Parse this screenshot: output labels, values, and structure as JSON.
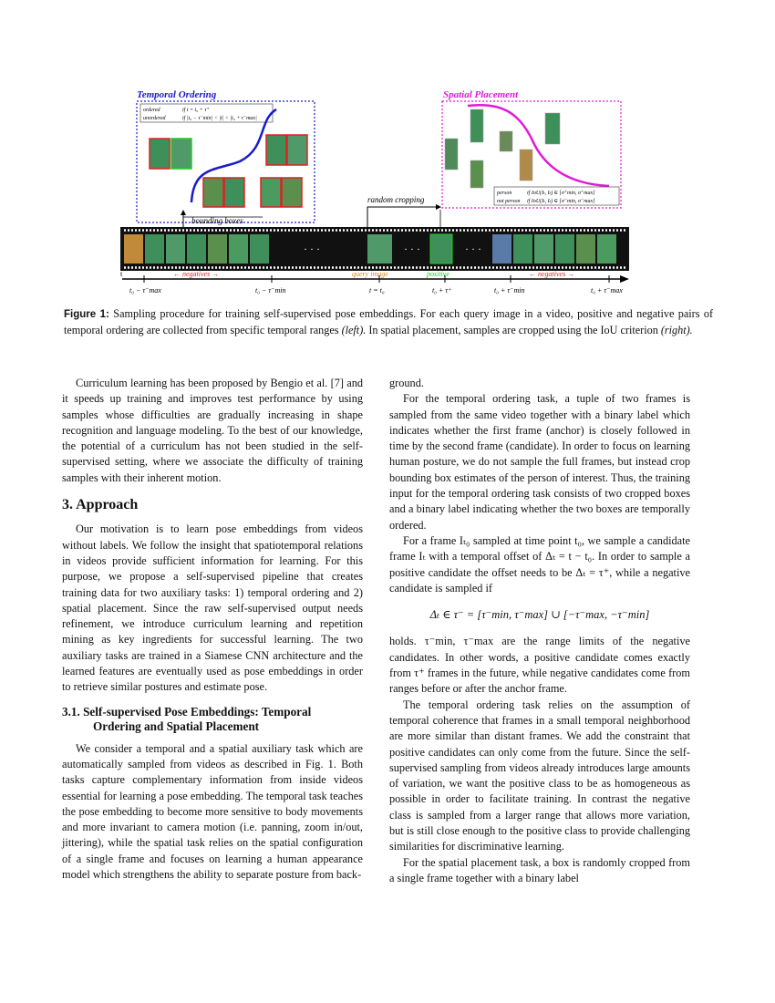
{
  "figure": {
    "temporal_title": "Temporal Ordering",
    "spatial_title": "Spatial Placement",
    "ordered_label": "ordered",
    "ordered_cond": "if  t = t₀ + τ⁺",
    "unordered_label": "unordered",
    "unordered_cond": "if |t₀ − τ⁻min| < |t| < |t₀ + τ⁻max|",
    "person_label": "person",
    "person_cond": "if IoU(Iₜ, Iₜ) ∈ [σ⁺min, σ⁺max]",
    "not_person_label": "not person",
    "not_person_cond": "if IoU(Iₜ, Iₜ) ∈ [σ⁻min, σ⁻max]",
    "bounding_boxes": "bounding boxes",
    "random_cropping": "random cropping",
    "dots": "· · ·",
    "t_axis": "t",
    "negatives_left": "← negatives →",
    "query_image": "query image",
    "positive": "positive",
    "negatives_right": "← negatives →",
    "tick1": "t₀ − τ⁻max",
    "tick2": "t₀ − τ⁻min",
    "tick3": "t = t₀",
    "tick4": "t₀ + τ⁺",
    "tick5": "t₀ + τ⁻min",
    "tick6": "t₀ + τ⁻max",
    "colors": {
      "temporal": "#1a1acc",
      "spatial": "#e01ad8",
      "negatives": "#e02020",
      "query": "#e08a00",
      "positive": "#22cc22"
    }
  },
  "caption": {
    "label": "Figure 1:",
    "text_a": " Sampling procedure for training self-supervised pose embeddings. For each query image in a video, positive and negative pairs of temporal ordering are collected from specific temporal ranges ",
    "left": "(left).",
    "text_b": " In spatial placement, samples are cropped using the IoU criterion ",
    "right": "(right)."
  },
  "left_col": {
    "p1": "Curriculum learning has been proposed by Bengio et al. [7] and it speeds up training and improves test performance by using samples whose difficulties are gradually increasing in shape recognition and language modeling. To the best of our knowledge, the potential of a curriculum has not been studied in the self-supervised setting, where we associate the difficulty of training samples with their inherent motion.",
    "h_approach": "3. Approach",
    "p2": "Our motivation is to learn pose embeddings from videos without labels. We follow the insight that spatiotemporal relations in videos provide sufficient information for learning. For this purpose, we propose a self-supervised pipeline that creates training data for two auxiliary tasks: 1) temporal ordering and 2) spatial placement. Since the raw self-supervised output needs refinement, we introduce curriculum learning and repetition mining as key ingredients for successful learning. The two auxiliary tasks are trained in a Siamese CNN architecture and the learned features are eventually used as pose embeddings in order to retrieve similar postures and estimate pose.",
    "h31_num": "3.1. Self-supervised Pose Embeddings: Temporal",
    "h31_cont": "Ordering and Spatial Placement",
    "p3": "We consider a temporal and a spatial auxiliary task which are automatically sampled from videos as described in Fig. 1. Both tasks capture complementary information from inside videos essential for learning a pose embedding. The temporal task teaches the pose embedding to become more sensitive to body movements and more invariant to camera motion (i.e. panning, zoom in/out, jittering), while the spatial task relies on the spatial configuration of a single frame and focuses on learning a human appearance model which strengthens the ability to separate posture from back-"
  },
  "right_col": {
    "p0": "ground.",
    "p1": "For the temporal ordering task, a tuple of two frames is sampled from the same video together with a binary label which indicates whether the first frame (anchor) is closely followed in time by the second frame (candidate). In order to focus on learning human posture, we do not sample the full frames, but instead crop bounding box estimates of the person of interest. Thus, the training input for the temporal ordering task consists of two cropped boxes and a binary label indicating whether the two boxes are temporally ordered.",
    "p2": "For a frame Iₜ₀ sampled at time point t₀, we sample a candidate frame Iₜ with a temporal offset of Δₜ = t − t₀. In order to sample a positive candidate the offset needs to be Δₜ = τ⁺, while a negative candidate is sampled if",
    "eq": "Δₜ ∈ τ⁻ = [τ⁻min, τ⁻max] ∪ [−τ⁻max, −τ⁻min]",
    "p3": "holds. τ⁻min, τ⁻max are the range limits of the negative candidates. In other words, a positive candidate comes exactly from τ⁺ frames in the future, while negative candidates come from ranges before or after the anchor frame.",
    "p4": "The temporal ordering task relies on the assumption of temporal coherence that frames in a small temporal neighborhood are more similar than distant frames. We add the constraint that positive candidates can only come from the future. Since the self-supervised sampling from videos already introduces large amounts of variation, we want the positive class to be as homogeneous as possible in order to facilitate training. In contrast the negative class is sampled from a larger range that allows more variation, but is still close enough to the positive class to provide challenging similarities for discriminative learning.",
    "p5": "For the spatial placement task, a box is randomly cropped from a single frame together with a binary label"
  }
}
